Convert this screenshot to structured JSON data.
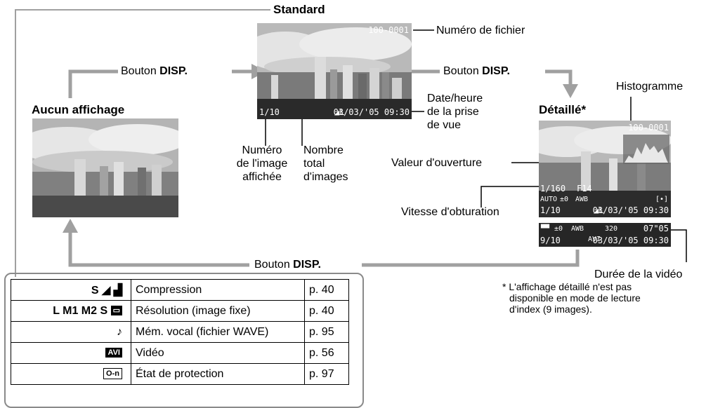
{
  "labels": {
    "standard": "Standard",
    "aucun": "Aucun affichage",
    "detaille": "Détaillé*",
    "bouton_prefix": "Bouton",
    "bouton_bold": "DISP.",
    "numero_fichier": "Numéro de fichier",
    "date_heure": [
      "Date/heure",
      "de la prise",
      "de vue"
    ],
    "numero_image": [
      "Numéro",
      "de l'image",
      "affichée"
    ],
    "nombre_total": [
      "Nombre",
      "total",
      "d'images"
    ],
    "histogramme": "Histogramme",
    "valeur_ouverture": "Valeur d'ouverture",
    "vitesse_obturation": "Vitesse d'obturation",
    "duree_video": "Durée de la vidéo"
  },
  "osd": {
    "standard_filenum": "100-0001",
    "standard_count": "1/10",
    "standard_datetime": "03/03/'05 09:30",
    "detail_filenum": "100-0001",
    "detail_shutter": "1/160",
    "detail_aperture": "F14",
    "detail_ev": "±0",
    "detail_awb": "AWB",
    "detail_auto": "AUTO",
    "detail_count": "1/10",
    "detail_datetime": "03/03/'05 09:30",
    "video_ev": "±0",
    "video_awb": "AWB",
    "video_res": "320",
    "video_duration": "07\"05",
    "video_count": "9/10",
    "video_format": "AVI",
    "video_datetime": "03/03/'05 09:30"
  },
  "table": {
    "rows": [
      {
        "icon": "S ◢ ▟",
        "desc": "Compression",
        "page": "p. 40"
      },
      {
        "icon": "L M1 M2 S",
        "desc": "Résolution (image fixe)",
        "page": "p. 40"
      },
      {
        "icon": "♪",
        "desc": "Mém. vocal (fichier WAVE)",
        "page": "p. 95"
      },
      {
        "icon": "AVI",
        "desc": "Vidéo",
        "page": "p. 56"
      },
      {
        "icon": "O-n",
        "desc": "État de protection",
        "page": "p. 97"
      }
    ]
  },
  "footnote": [
    "* L'affichage détaillé n'est pas",
    "disponible en mode de lecture",
    "d'index (9 images)."
  ]
}
